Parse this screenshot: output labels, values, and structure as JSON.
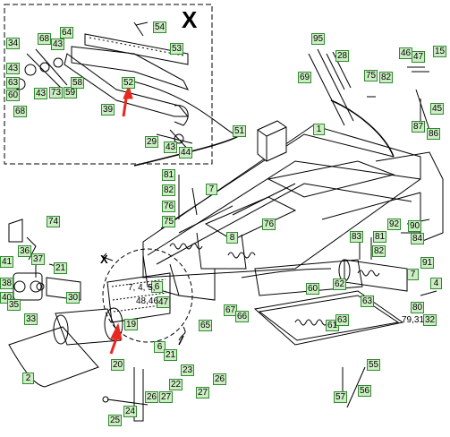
{
  "diagram": {
    "detail_letter": "X",
    "view_letter": "X",
    "colors": {
      "callout_fill": "#cdeec4",
      "callout_border": "#2f8a2f",
      "line": "#000000",
      "arrow_red": "#e8281e"
    },
    "callouts": [
      {
        "id": "c54",
        "text": "54"
      },
      {
        "id": "c53",
        "text": "53"
      },
      {
        "id": "c34",
        "text": "34"
      },
      {
        "id": "c43a",
        "text": "43"
      },
      {
        "id": "c68a",
        "text": "68"
      },
      {
        "id": "c64",
        "text": "64"
      },
      {
        "id": "c43b",
        "text": "43"
      },
      {
        "id": "c63",
        "text": "63"
      },
      {
        "id": "c60",
        "text": "60"
      },
      {
        "id": "c43c",
        "text": "43"
      },
      {
        "id": "c73",
        "text": "73"
      },
      {
        "id": "c59",
        "text": "59"
      },
      {
        "id": "c58",
        "text": "58"
      },
      {
        "id": "c52",
        "text": "52"
      },
      {
        "id": "c39",
        "text": "39"
      },
      {
        "id": "c68b",
        "text": "68"
      },
      {
        "id": "c29",
        "text": "29"
      },
      {
        "id": "c43d",
        "text": "43"
      },
      {
        "id": "c44",
        "text": "44"
      },
      {
        "id": "c95",
        "text": "95"
      },
      {
        "id": "c28",
        "text": "28"
      },
      {
        "id": "c69",
        "text": "69"
      },
      {
        "id": "c46",
        "text": "46"
      },
      {
        "id": "c47",
        "text": "47"
      },
      {
        "id": "c15",
        "text": "15"
      },
      {
        "id": "c75a",
        "text": "75"
      },
      {
        "id": "c82a",
        "text": "82"
      },
      {
        "id": "c51",
        "text": "51"
      },
      {
        "id": "c1",
        "text": "1"
      },
      {
        "id": "c87",
        "text": "87"
      },
      {
        "id": "c86",
        "text": "86"
      },
      {
        "id": "c45",
        "text": "45"
      },
      {
        "id": "c81a",
        "text": "81"
      },
      {
        "id": "c82b",
        "text": "82"
      },
      {
        "id": "c7",
        "text": "7"
      },
      {
        "id": "c76a",
        "text": "76"
      },
      {
        "id": "c75b",
        "text": "75"
      },
      {
        "id": "c74",
        "text": "74"
      },
      {
        "id": "c76b",
        "text": "76"
      },
      {
        "id": "c8",
        "text": "8"
      },
      {
        "id": "c92",
        "text": "92"
      },
      {
        "id": "c90",
        "text": "90"
      },
      {
        "id": "c84",
        "text": "84"
      },
      {
        "id": "c83",
        "text": "83"
      },
      {
        "id": "c81b",
        "text": "81"
      },
      {
        "id": "c82c",
        "text": "82"
      },
      {
        "id": "c36",
        "text": "36"
      },
      {
        "id": "c37",
        "text": "37"
      },
      {
        "id": "c41",
        "text": "41"
      },
      {
        "id": "c21",
        "text": "21"
      },
      {
        "id": "c38",
        "text": "38"
      },
      {
        "id": "c91",
        "text": "91"
      },
      {
        "id": "c7b",
        "text": "7"
      },
      {
        "id": "c4",
        "text": "4"
      },
      {
        "id": "c40",
        "text": "40"
      },
      {
        "id": "c30",
        "text": "30"
      },
      {
        "id": "c35",
        "text": "35"
      },
      {
        "id": "c33",
        "text": "33"
      },
      {
        "id": "c47b",
        "text": "47"
      },
      {
        "id": "c6",
        "text": "6"
      },
      {
        "id": "c19",
        "text": "19"
      },
      {
        "id": "c60b",
        "text": "60"
      },
      {
        "id": "c62",
        "text": "62"
      },
      {
        "id": "c63b",
        "text": "63"
      },
      {
        "id": "c67",
        "text": "67"
      },
      {
        "id": "c66",
        "text": "66"
      },
      {
        "id": "c65",
        "text": "65"
      },
      {
        "id": "c80",
        "text": "80"
      },
      {
        "id": "c32",
        "text": "32"
      },
      {
        "id": "c61",
        "text": "61"
      },
      {
        "id": "c63c",
        "text": "63"
      },
      {
        "id": "c20",
        "text": "20"
      },
      {
        "id": "c6b",
        "text": "6"
      },
      {
        "id": "c21b",
        "text": "21"
      },
      {
        "id": "c23",
        "text": "23"
      },
      {
        "id": "c2",
        "text": "2"
      },
      {
        "id": "c22",
        "text": "22"
      },
      {
        "id": "c26",
        "text": "26"
      },
      {
        "id": "c27a",
        "text": "27"
      },
      {
        "id": "c27b",
        "text": "27"
      },
      {
        "id": "c26b",
        "text": "26"
      },
      {
        "id": "c55",
        "text": "55"
      },
      {
        "id": "c57",
        "text": "57"
      },
      {
        "id": "c56",
        "text": "56"
      },
      {
        "id": "c24",
        "text": "24"
      },
      {
        "id": "c25",
        "text": "25"
      }
    ],
    "plain_labels": [
      {
        "id": "p745",
        "text": "7, 4, 5,"
      },
      {
        "id": "p4846",
        "text": "48,46"
      },
      {
        "id": "p793",
        "text": "79,31"
      }
    ]
  }
}
